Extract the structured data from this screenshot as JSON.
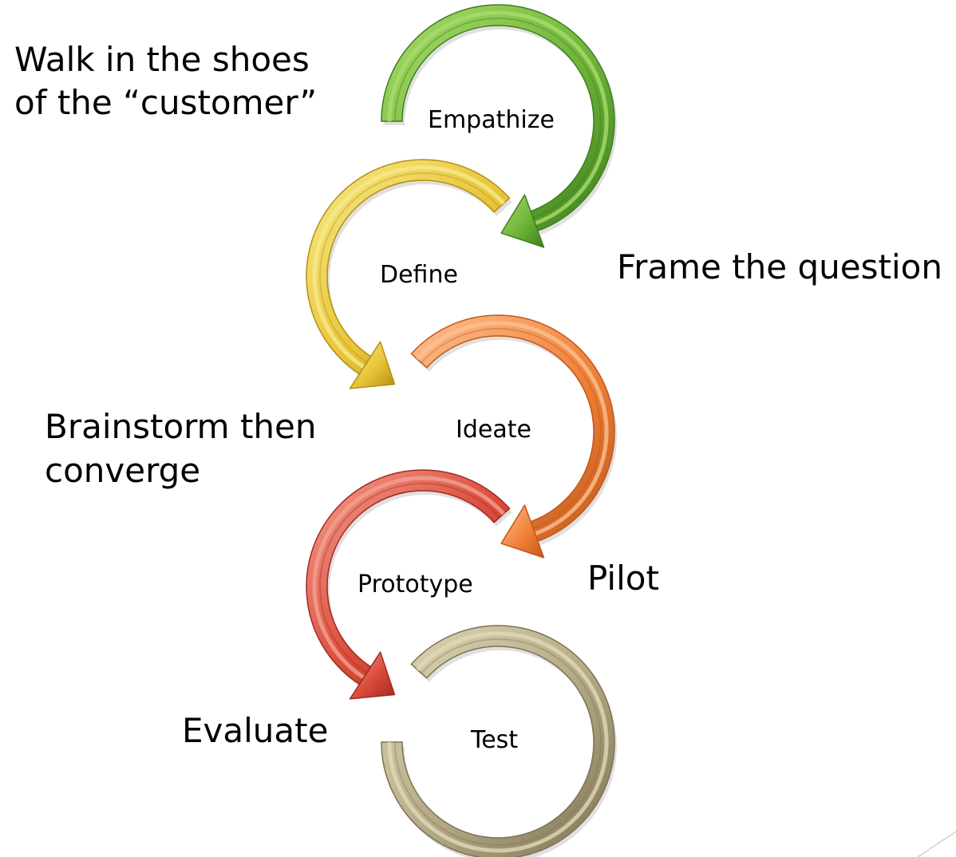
{
  "stages": [
    {
      "id": "empathize",
      "label": "Empathize",
      "colors": {
        "light": "#a9dc6a",
        "mid": "#6fb53a",
        "dark": "#3f7f1f"
      }
    },
    {
      "id": "define",
      "label": "Define",
      "colors": {
        "light": "#f7ea8a",
        "mid": "#e8c53a",
        "dark": "#b58f10"
      }
    },
    {
      "id": "ideate",
      "label": "Ideate",
      "colors": {
        "light": "#fbc090",
        "mid": "#f1823a",
        "dark": "#c2571a"
      }
    },
    {
      "id": "prototype",
      "label": "Prototype",
      "colors": {
        "light": "#f3a090",
        "mid": "#d94b3a",
        "dark": "#a12a1f"
      }
    },
    {
      "id": "test",
      "label": "Test",
      "colors": {
        "light": "#e0d8b8",
        "mid": "#b3a884",
        "dark": "#7d7254"
      }
    }
  ],
  "notes": {
    "empathize_note": [
      "Walk in the shoes",
      "of the “customer”"
    ],
    "define_note": "Frame the question",
    "ideate_note": [
      "Brainstorm then",
      "converge"
    ],
    "prototype_note": "Pilot",
    "test_note": "Evaluate"
  }
}
